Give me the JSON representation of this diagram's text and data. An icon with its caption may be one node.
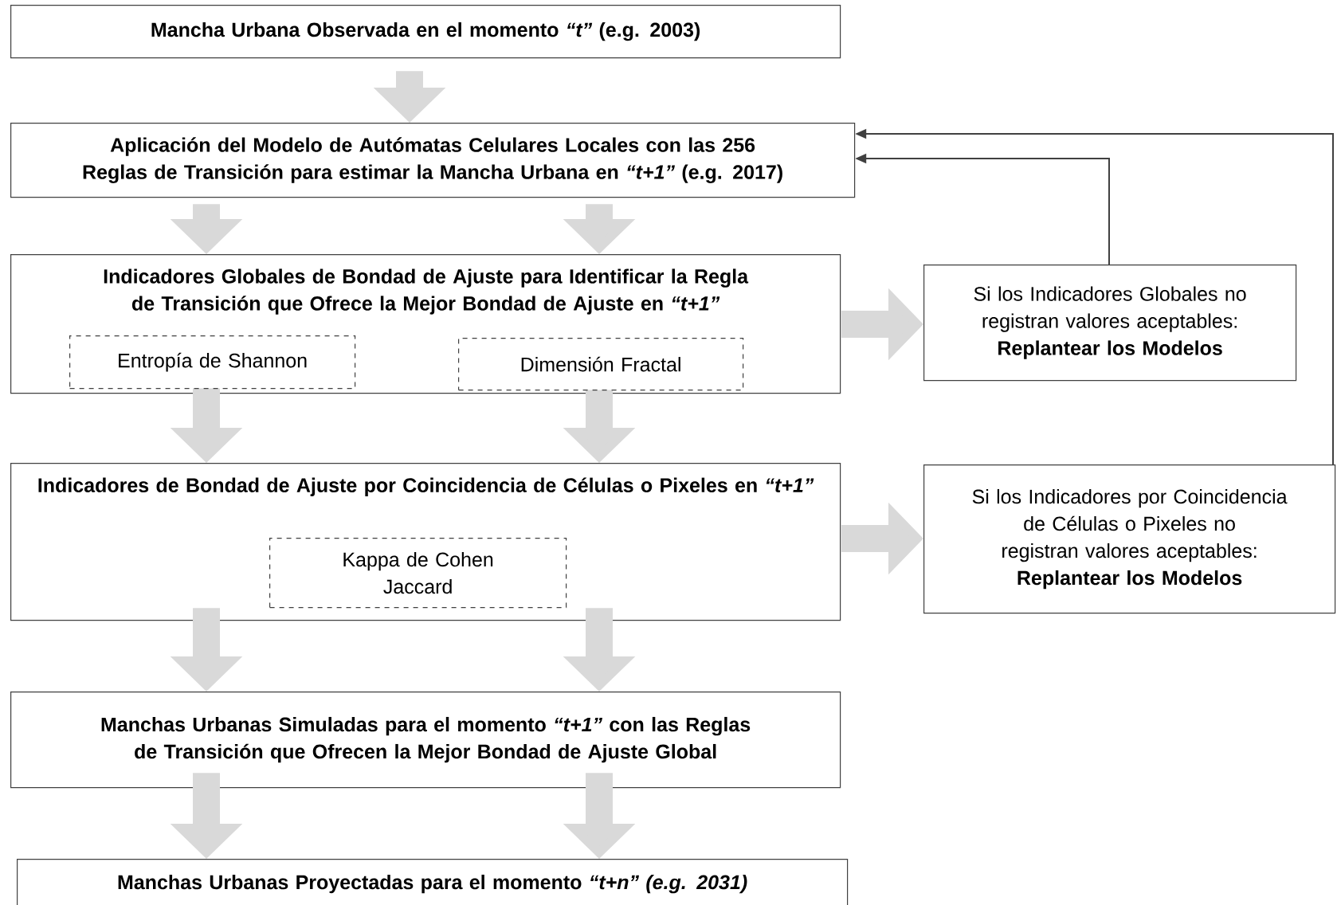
{
  "diagram": {
    "nodes": [
      {
        "text": [
          "Mancha Urbana Observada en el momento *“t”* (e.g. 2003)"
        ]
      },
      {
        "text": [
          "Aplicación del Modelo de Autómatas Celulares Locales con las 256 Reglas de Transición para estimar la Mancha Urbana en *“t+1”* (e.g. 2017)"
        ]
      },
      {
        "text": [
          "Indicadores Globales de Bondad de Ajuste para Identificar la Regla de Transición que Ofrece la Mejor Bondad de Ajuste en *“t+1”*"
        ]
      },
      {
        "text": [
          "Entropía de Shannon"
        ],
        "in": 2
      },
      {
        "text": [
          "Dimensión Fractal"
        ],
        "in": 2
      },
      {
        "text": [
          "Si los Indicadores Globales no registran valores aceptables:",
          "Replantear los Modelos"
        ]
      },
      {
        "text": [
          "Indicadores de Bondad de Ajuste por Coincidencia de Células o Pixeles en *“t+1”*"
        ]
      },
      {
        "text": [
          "Kappa de Cohen",
          "Jaccard"
        ],
        "in": 6
      },
      {
        "text": [
          "Si los Indicadores por Coincidencia de Células o Pixeles no registran valores aceptables:",
          "Replantear los Modelos"
        ]
      },
      {
        "text": [
          "Manchas Urbanas Simuladas para el momento *“t+1”* con las Reglas de Transición que Ofrecen la Mejor Bondad de Ajuste Global"
        ]
      },
      {
        "text": [
          "Manchas Urbanas Proyectadas para el momento *“t+n” (e.g. 2031)*"
        ]
      }
    ],
    "edges": [
      {
        "from": 0,
        "to": 1,
        "arrow": "to"
      },
      {
        "from": 1,
        "to": 2,
        "arrow": "to"
      },
      {
        "from": 1,
        "to": 2,
        "arrow": "to"
      },
      {
        "from": 2,
        "to": 5,
        "arrow": "to"
      },
      {
        "from": 5,
        "to": 1,
        "arrow": "to",
        "color": "#404040"
      },
      {
        "from": 2,
        "to": 6,
        "arrow": "to"
      },
      {
        "from": 2,
        "to": 6,
        "arrow": "to"
      },
      {
        "from": 6,
        "to": 8,
        "arrow": "to"
      },
      {
        "from": 8,
        "to": 1,
        "arrow": "to",
        "color": "#404040"
      },
      {
        "from": 6,
        "to": 9,
        "arrow": "to"
      },
      {
        "from": 6,
        "to": 9,
        "arrow": "to"
      },
      {
        "from": 9,
        "to": 10,
        "arrow": "to"
      },
      {
        "from": 9,
        "to": 10,
        "arrow": "to"
      }
    ]
  }
}
